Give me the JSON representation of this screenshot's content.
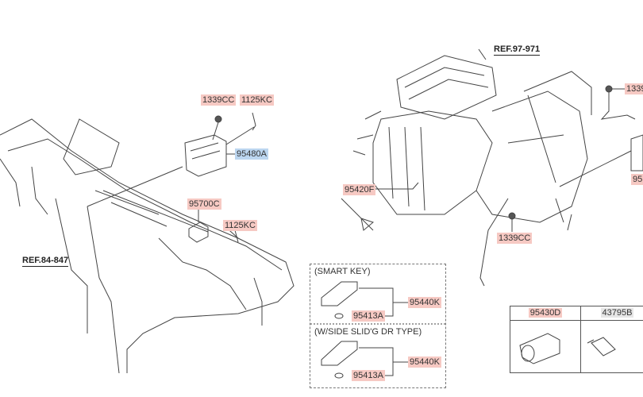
{
  "diagram": {
    "references": [
      "REF.84-847",
      "REF.97-971"
    ],
    "part_labels": {
      "p1339cc_top": "1339CC",
      "p1125kc_top": "1125KC",
      "p95480a": "95480A",
      "p95700c": "95700C",
      "p1125kc_mid": "1125KC",
      "p95420f": "95420F",
      "p1339cc_bottom": "1339CC",
      "p1339_right_cut": "1339",
      "p95_right_cut": "95"
    },
    "smart_key_box": {
      "section1_title": "(SMART KEY)",
      "section1_key": "95440K",
      "section1_battery": "95413A",
      "section2_title": "(W/SIDE SLID'G DR TYPE)",
      "section2_key": "95440K",
      "section2_battery": "95413A"
    },
    "parts_table": {
      "headers": [
        "95430D",
        "43795B"
      ]
    }
  }
}
